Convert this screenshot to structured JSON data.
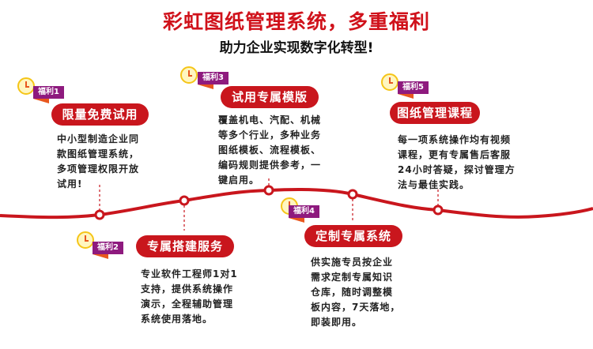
{
  "title": "彩虹图纸管理系统，多重福利",
  "subtitle": "助力企业实现数字化转型!",
  "benefits": [
    {
      "badge": "福利1",
      "title": "限量免费试用",
      "text": "中小型制造企业同\n款图纸管理系统，\n多项管理权限开放\n试用!"
    },
    {
      "badge": "福利2",
      "title": "专属搭建服务",
      "text": "专业软件工程师1对1\n支持，提供系统操作\n演示，全程辅助管理\n系统使用落地。"
    },
    {
      "badge": "福利3",
      "title": "试用专属模版",
      "text": "覆盖机电、汽配、机械\n等多个行业，多种业务\n图纸模板、流程模板、\n编码规则提供参考，一\n键启用。"
    },
    {
      "badge": "福利4",
      "title": "定制专属系统",
      "text": "供实施专员按企业\n需求定制专属知识\n仓库，随时调整模\n板内容，7天落地，\n即装即用。"
    },
    {
      "badge": "福利5",
      "title": "图纸管理课程",
      "text": "每一项系统操作均有视频\n课程，更有专属售后客服\n24小时答疑，探讨管理方\n法与最佳实践。"
    }
  ],
  "colors": {
    "red": "#c9161d",
    "purple": "#8e1a7e"
  }
}
